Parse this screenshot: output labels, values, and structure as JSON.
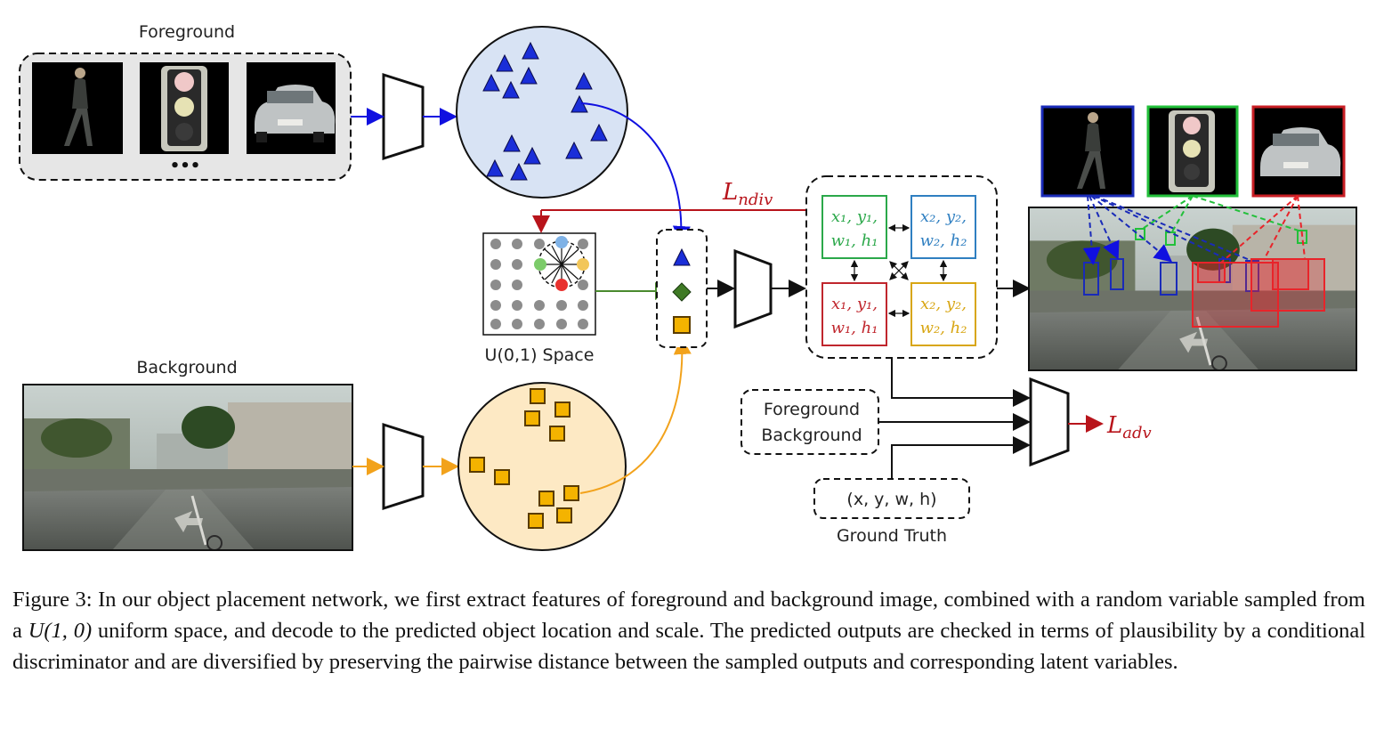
{
  "labels": {
    "foreground": "Foreground",
    "background": "Background",
    "uniform_space": "U(0,1) Space",
    "ellipsis": "•••",
    "loss_ndiv_main": "L",
    "loss_ndiv_sub": "ndiv",
    "loss_adv_main": "L",
    "loss_adv_sub": "adv",
    "cond_foreground": "Foreground",
    "cond_background": "Background",
    "gt_box": "(x, y, w, h)",
    "ground_truth": "Ground Truth"
  },
  "outputs": [
    {
      "line1": "x₁, y₁,",
      "line2": "w₁, h₁",
      "color": "#2ba84a"
    },
    {
      "line1": "x₂, y₂,",
      "line2": "w₂, h₂",
      "color": "#2f7fc1"
    },
    {
      "line1": "x₁, y₁,",
      "line2": "w₁, h₁",
      "color": "#c0262d"
    },
    {
      "line1": "x₂, y₂,",
      "line2": "w₂, h₂",
      "color": "#d8a613"
    }
  ],
  "colors": {
    "foreground_flow": "#1010e0",
    "background_flow": "#f2a21b",
    "latent_flow": "#4a8a2e",
    "loss_red": "#b8141b",
    "triangle_blue": "#1a2ed8",
    "square_yellow": "#f4b300",
    "fg_feature_fill": "#d8e3f4",
    "bg_feature_fill": "#fde9c4",
    "diamond_green": "#3f7a25",
    "thumb_pedestrian": "#1a2bb8",
    "thumb_light": "#22c03a",
    "thumb_car": "#c81e24"
  },
  "icons": {
    "encoder": "trapezoid-encoder-icon",
    "discriminator": "trapezoid-discriminator-icon",
    "pedestrian": "pedestrian-thumbnail",
    "traffic_light": "traffic-light-thumbnail",
    "car": "car-thumbnail",
    "street_scene": "street-scene-image"
  },
  "caption": {
    "prefix": "Figure 3: In our object placement network, we first extract features of foreground and background image, combined with a random variable sampled from a ",
    "math": "U(1, 0)",
    "suffix": " uniform space, and decode to the predicted object location and scale. The predicted outputs are checked in terms of plausibility by a conditional discriminator and are diversified by preserving the pairwise distance between the sampled outputs and corresponding latent variables."
  }
}
